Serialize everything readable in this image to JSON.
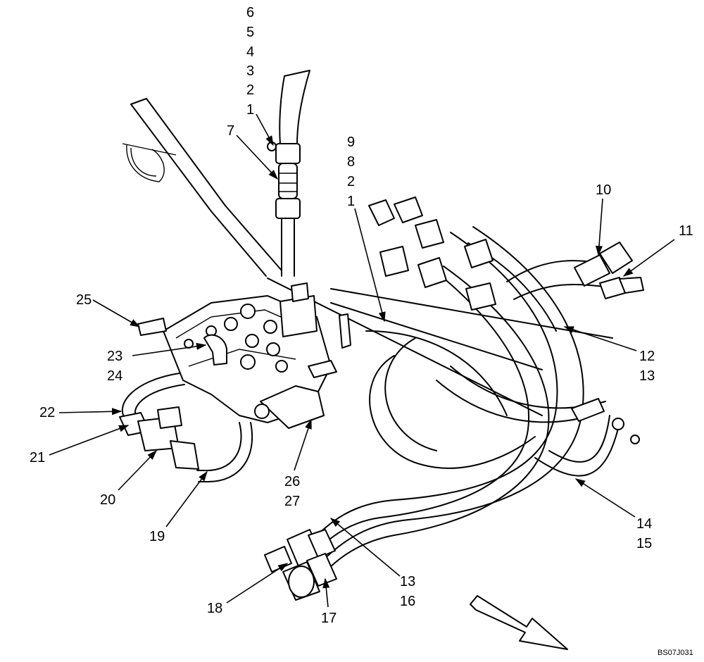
{
  "callouts": {
    "c6": "6",
    "c5": "5",
    "c4": "4",
    "c3": "3",
    "c2a": "2",
    "c1a": "1",
    "c7": "7",
    "c9": "9",
    "c8": "8",
    "c2b": "2",
    "c1b": "1",
    "c10": "10",
    "c11": "11",
    "c12": "12",
    "c13a": "13",
    "c25": "25",
    "c23": "23",
    "c24": "24",
    "c22": "22",
    "c21": "21",
    "c20": "20",
    "c19": "19",
    "c26": "26",
    "c27": "27",
    "c14": "14",
    "c15": "15",
    "c13b": "13",
    "c16": "16",
    "c18": "18",
    "c17": "17"
  },
  "drawing_code": "BS07J031",
  "icons": {
    "direction": "direction-arrow-icon"
  }
}
